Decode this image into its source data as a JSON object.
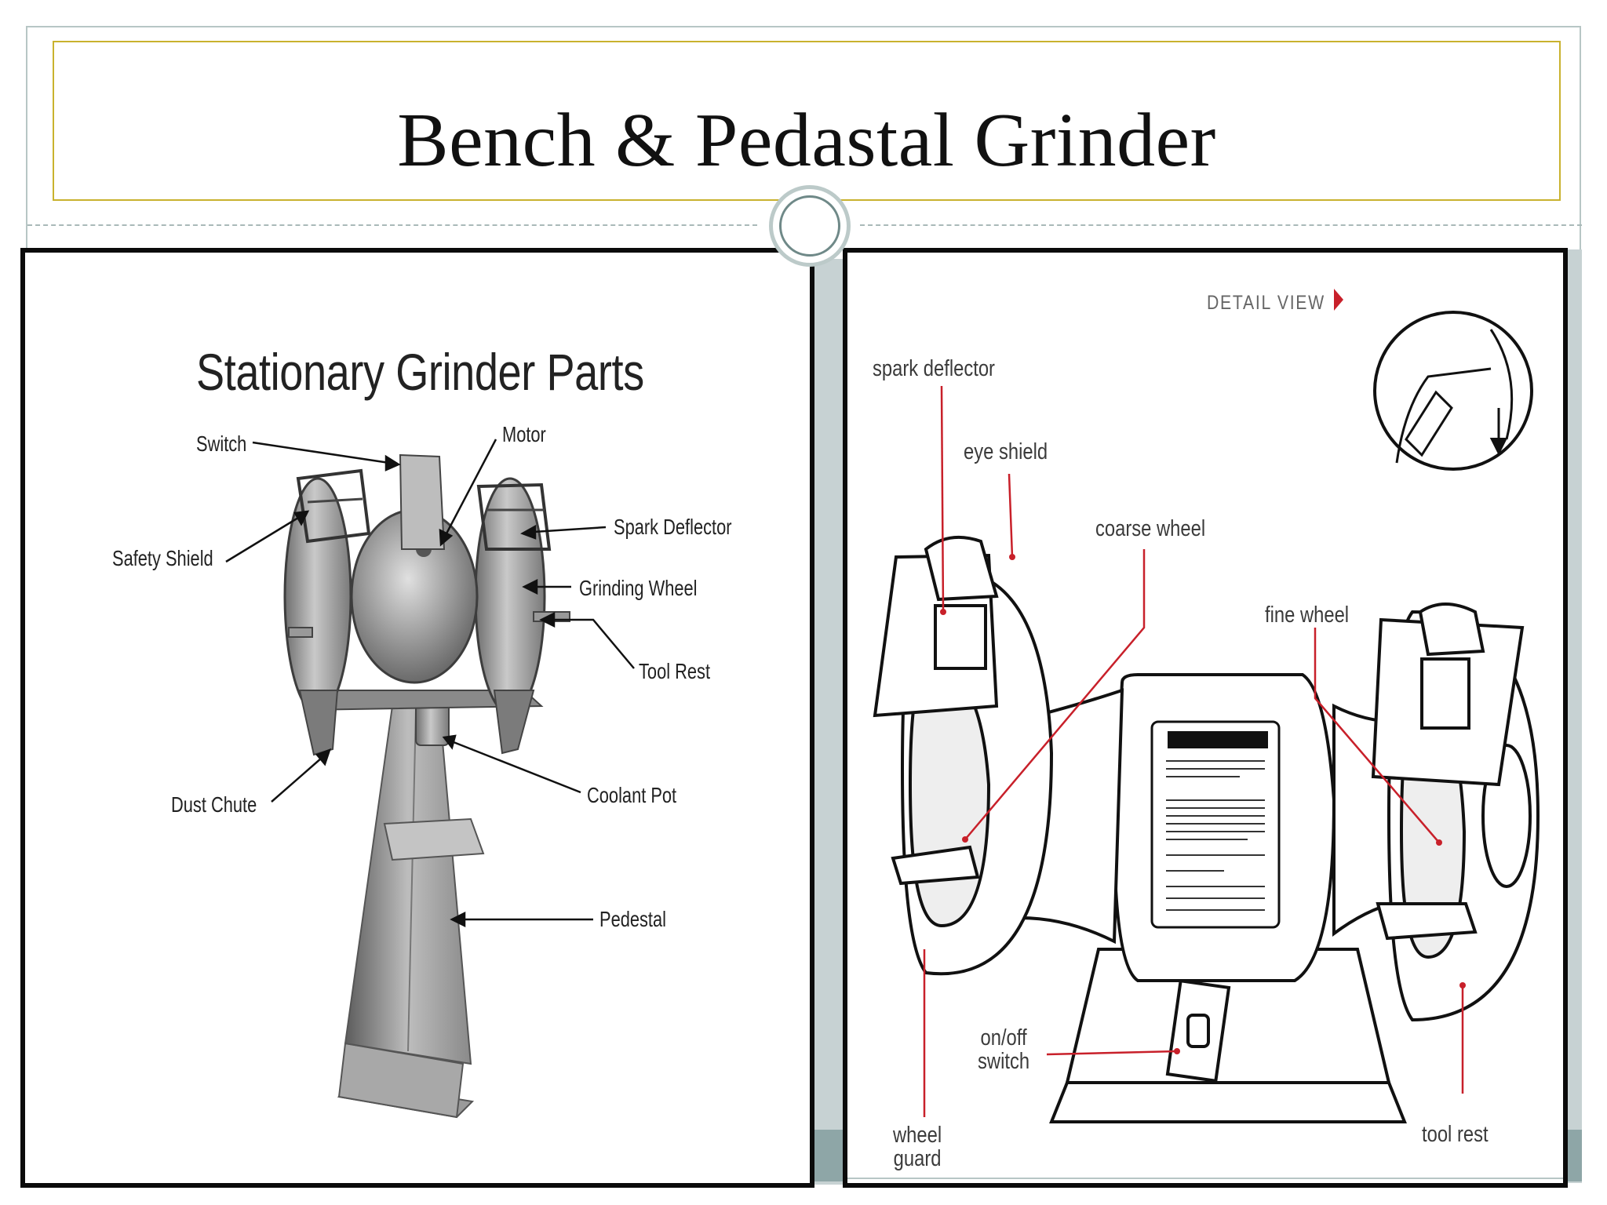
{
  "slide": {
    "title": "Bench & Pedastal Grinder"
  },
  "left_panel": {
    "heading": "Stationary Grinder Parts",
    "labels": {
      "switch": "Switch",
      "motor": "Motor",
      "safety_shield": "Safety Shield",
      "spark_deflector": "Spark Deflector",
      "grinding_wheel": "Grinding Wheel",
      "tool_rest": "Tool Rest",
      "dust_chute": "Dust Chute",
      "coolant_pot": "Coolant Pot",
      "pedestal": "Pedestal"
    }
  },
  "right_panel": {
    "detail_view": "DETAIL VIEW",
    "labels": {
      "spark_deflector": "spark deflector",
      "eye_shield": "eye shield",
      "coarse_wheel": "coarse wheel",
      "fine_wheel": "fine wheel",
      "on_off_line1": "on/off",
      "on_off_line2": "switch",
      "wheel_guard_line1": "wheel",
      "wheel_guard_line2": "guard",
      "tool_rest": "tool rest"
    },
    "leader_color": "#c8202a"
  },
  "colors": {
    "title_border": "#c9b22e",
    "frame": "#b7c6c5",
    "side_band": "#c7d2d3",
    "bottom_band": "#8ea6a7"
  }
}
